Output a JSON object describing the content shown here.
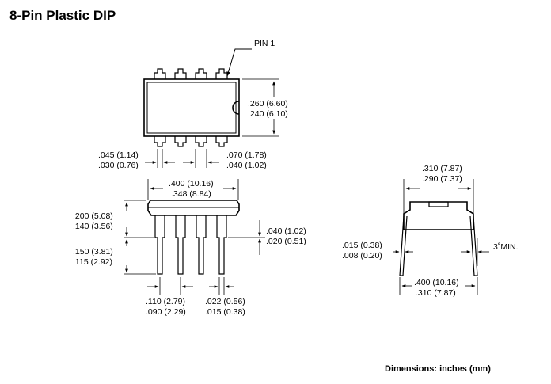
{
  "title": "8-Pin Plastic DIP",
  "footer": "Dimensions: inches (mm)",
  "top_view": {
    "pin1_label": "PIN 1",
    "body_width_max": ".260 (6.60)",
    "body_width_min": ".240 (6.10)",
    "lead_width_max": ".045 (1.14)",
    "lead_width_min": ".030 (0.76)",
    "shoulder_width_max": ".070 (1.78)",
    "shoulder_width_min": ".040 (1.02)"
  },
  "side_view": {
    "length_max": ".400 (10.16)",
    "length_min": ".348 (8.84)",
    "height_max": ".200 (5.08)",
    "height_min": ".140 (3.56)",
    "lead_length_max": ".150 (3.81)",
    "lead_length_min": ".115 (2.92)",
    "seating_max": ".040 (1.02)",
    "seating_min": ".020 (0.51)",
    "pitch_max": ".110 (2.79)",
    "pitch_min": ".090 (2.29)",
    "lead_dia_max": ".022 (0.56)",
    "lead_dia_min": ".015 (0.38)"
  },
  "end_view": {
    "row_width_max": ".310 (7.87)",
    "row_width_min": ".290 (7.37)",
    "thickness_max": ".015 (0.38)",
    "thickness_min": ".008 (0.20)",
    "angle": "3˚MIN.",
    "spread_max": ".400 (10.16)",
    "spread_min": ".310 (7.87)"
  }
}
